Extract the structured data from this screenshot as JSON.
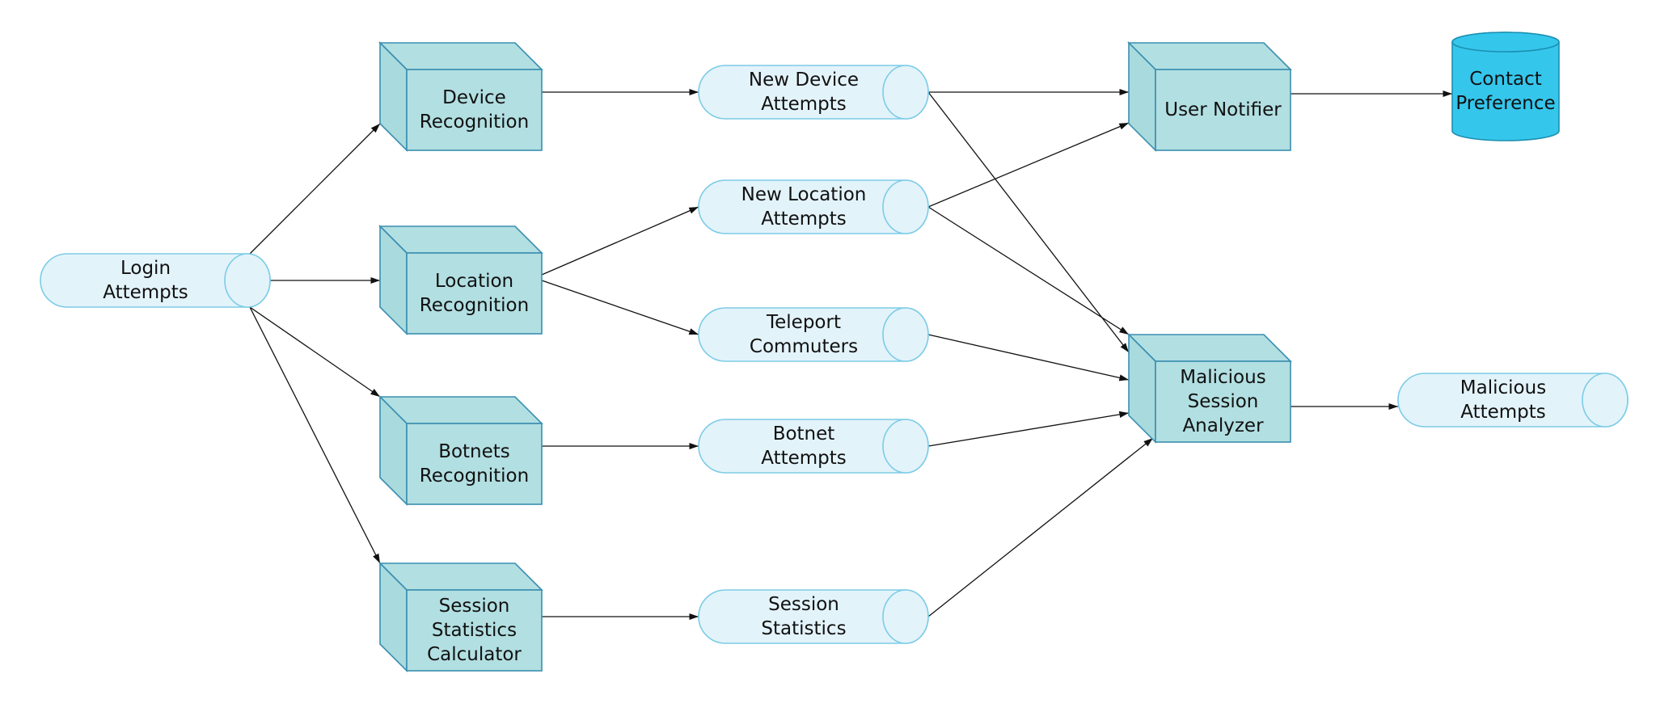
{
  "colors": {
    "processor_fill": "#b2dfe2",
    "processor_stroke": "#3b8fb1",
    "stream_fill": "#e3f3fa",
    "stream_stroke": "#7ccce6",
    "store_fill": "#35c6ec",
    "edge": "#111111"
  },
  "nodes": {
    "login_attempts": {
      "type": "stream",
      "lines": [
        "Login",
        "Attempts"
      ]
    },
    "device_recognition": {
      "type": "processor",
      "lines": [
        "Device",
        "Recognition"
      ]
    },
    "location_recognition": {
      "type": "processor",
      "lines": [
        "Location",
        "Recognition"
      ]
    },
    "botnets_recognition": {
      "type": "processor",
      "lines": [
        "Botnets",
        "Recognition"
      ]
    },
    "session_statistics_calculator": {
      "type": "processor",
      "lines": [
        "Session",
        "Statistics",
        "Calculator"
      ]
    },
    "new_device_attempts": {
      "type": "stream",
      "lines": [
        "New Device",
        "Attempts"
      ]
    },
    "new_location_attempts": {
      "type": "stream",
      "lines": [
        "New Location",
        "Attempts"
      ]
    },
    "teleport_commuters": {
      "type": "stream",
      "lines": [
        "Teleport",
        "Commuters"
      ]
    },
    "botnet_attempts": {
      "type": "stream",
      "lines": [
        "Botnet",
        "Attempts"
      ]
    },
    "session_statistics": {
      "type": "stream",
      "lines": [
        "Session",
        "Statistics"
      ]
    },
    "user_notifier": {
      "type": "processor",
      "lines": [
        "User Notifier"
      ]
    },
    "malicious_session_analyzer": {
      "type": "processor",
      "lines": [
        "Malicious",
        "Session",
        "Analyzer"
      ]
    },
    "contact_preference": {
      "type": "store",
      "lines": [
        "Contact",
        "Preference"
      ]
    },
    "malicious_attempts": {
      "type": "stream",
      "lines": [
        "Malicious",
        "Attempts"
      ]
    }
  },
  "edges": [
    {
      "from": "login_attempts",
      "to": "device_recognition"
    },
    {
      "from": "login_attempts",
      "to": "location_recognition"
    },
    {
      "from": "login_attempts",
      "to": "botnets_recognition"
    },
    {
      "from": "login_attempts",
      "to": "session_statistics_calculator"
    },
    {
      "from": "device_recognition",
      "to": "new_device_attempts"
    },
    {
      "from": "location_recognition",
      "to": "new_location_attempts"
    },
    {
      "from": "location_recognition",
      "to": "teleport_commuters"
    },
    {
      "from": "botnets_recognition",
      "to": "botnet_attempts"
    },
    {
      "from": "session_statistics_calculator",
      "to": "session_statistics"
    },
    {
      "from": "new_device_attempts",
      "to": "user_notifier"
    },
    {
      "from": "new_device_attempts",
      "to": "malicious_session_analyzer"
    },
    {
      "from": "new_location_attempts",
      "to": "user_notifier"
    },
    {
      "from": "new_location_attempts",
      "to": "malicious_session_analyzer"
    },
    {
      "from": "teleport_commuters",
      "to": "malicious_session_analyzer"
    },
    {
      "from": "botnet_attempts",
      "to": "malicious_session_analyzer"
    },
    {
      "from": "session_statistics",
      "to": "malicious_session_analyzer"
    },
    {
      "from": "user_notifier",
      "to": "contact_preference"
    },
    {
      "from": "malicious_session_analyzer",
      "to": "malicious_attempts"
    }
  ]
}
